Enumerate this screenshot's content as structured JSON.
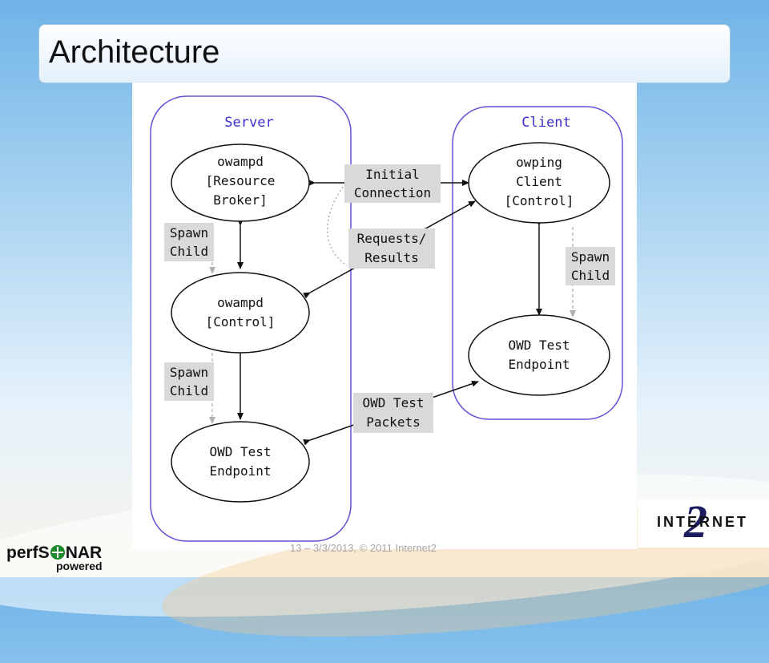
{
  "slide": {
    "title": "Architecture",
    "footer": "13 – 3/3/2013, © 2011 Internet2"
  },
  "diagram": {
    "groups": {
      "server": "Server",
      "client": "Client"
    },
    "nodes": {
      "server_broker": [
        "owampd",
        "[Resource",
        "Broker]"
      ],
      "server_control": [
        "owampd",
        "[Control]"
      ],
      "server_endpoint": [
        "OWD Test",
        "Endpoint"
      ],
      "client_control": [
        "owping",
        "Client",
        "[Control]"
      ],
      "client_endpoint": [
        "OWD Test",
        "Endpoint"
      ]
    },
    "labels": {
      "initial_connection": [
        "Initial",
        "Connection"
      ],
      "requests_results": [
        "Requests/",
        "Results"
      ],
      "owd_test_packets": [
        "OWD Test",
        "Packets"
      ],
      "spawn_child_1": [
        "Spawn",
        "Child"
      ],
      "spawn_child_2": [
        "Spawn",
        "Child"
      ],
      "spawn_child_3": [
        "Spawn",
        "Child"
      ]
    }
  },
  "logos": {
    "perfsonar_left": "perfS",
    "perfsonar_right": "NAR",
    "perfsonar_sub": "powered",
    "internet2_text": "INTERNET",
    "internet2_mark": "2"
  },
  "colors": {
    "group_outline": "#6a4fd6",
    "label_bg": "#d9d9d9",
    "spawn_arrow": "#b0b0b0"
  }
}
